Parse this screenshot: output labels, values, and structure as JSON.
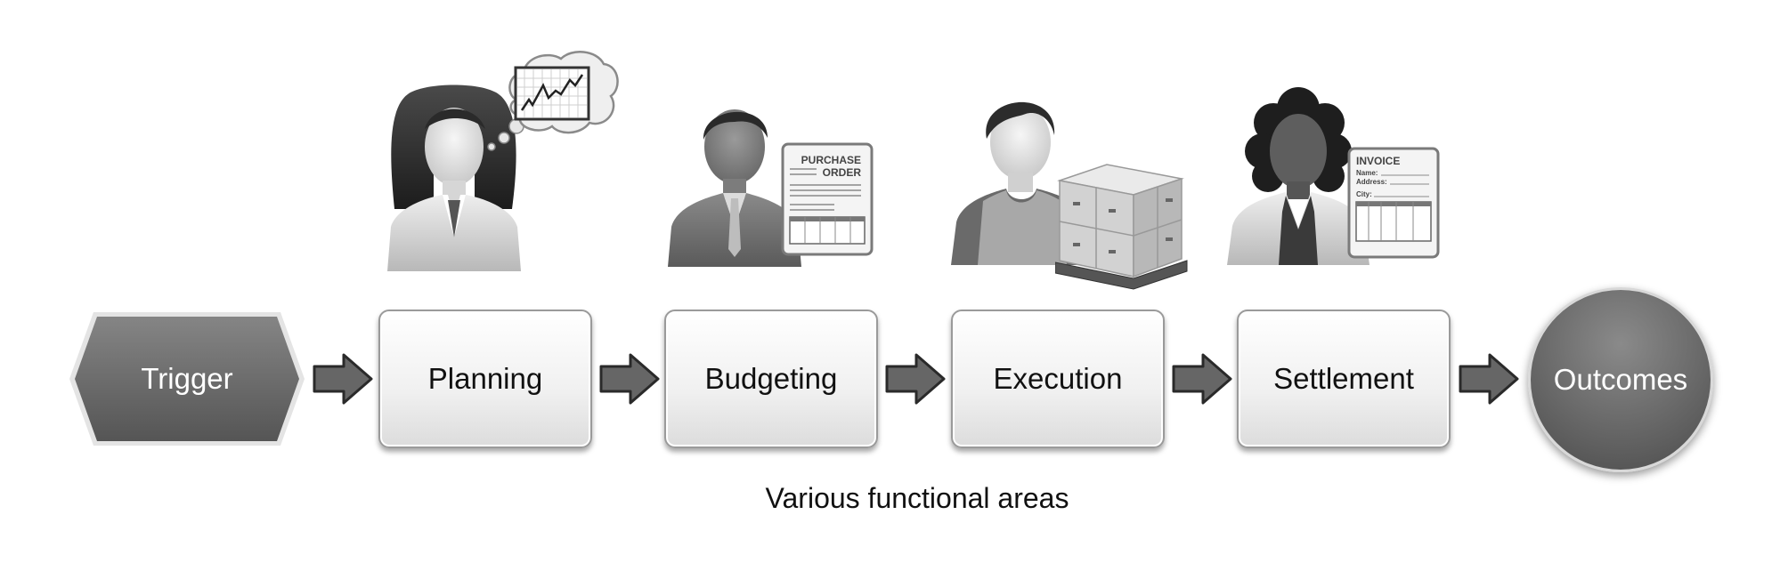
{
  "trigger": {
    "label": "Trigger"
  },
  "steps": [
    {
      "label": "Planning"
    },
    {
      "label": "Budgeting"
    },
    {
      "label": "Execution"
    },
    {
      "label": "Settlement"
    }
  ],
  "outcome": {
    "label": "Outcomes"
  },
  "caption": "Various functional areas",
  "documents": {
    "purchase_order": {
      "title_line1": "PURCHASE",
      "title_line2": "ORDER"
    },
    "invoice": {
      "title": "INVOICE",
      "field1": "Name:",
      "field2": "Address:",
      "field3": "City:"
    }
  },
  "icons": [
    "planner-woman-icon",
    "chart-thought-bubble-icon",
    "budget-man-icon",
    "purchase-order-icon",
    "worker-man-icon",
    "cargo-pallet-icon",
    "settlement-woman-icon",
    "invoice-icon",
    "right-arrow-icon"
  ]
}
